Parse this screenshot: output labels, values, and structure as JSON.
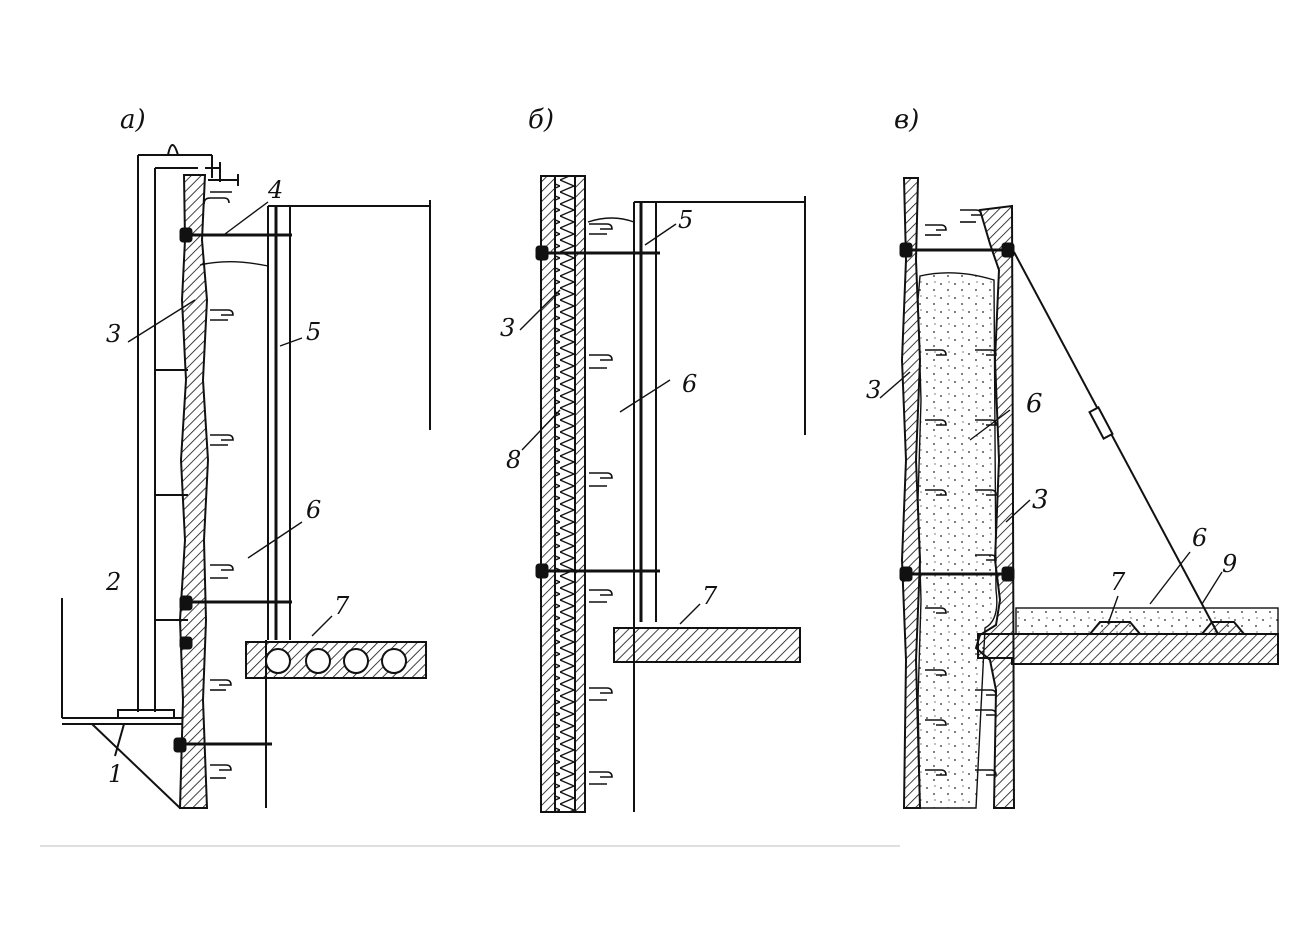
{
  "panels": [
    {
      "id": "a",
      "title": "а)",
      "callouts": [
        "1",
        "2",
        "3",
        "4",
        "5",
        "6",
        "7"
      ]
    },
    {
      "id": "b",
      "title": "б)",
      "callouts": [
        "3",
        "5",
        "6",
        "7",
        "8"
      ]
    },
    {
      "id": "v",
      "title": "в)",
      "callouts": [
        "3",
        "6",
        "3",
        "6",
        "7",
        "9"
      ]
    }
  ],
  "colors": {
    "ink": "#111111",
    "paper": "#ffffff"
  }
}
